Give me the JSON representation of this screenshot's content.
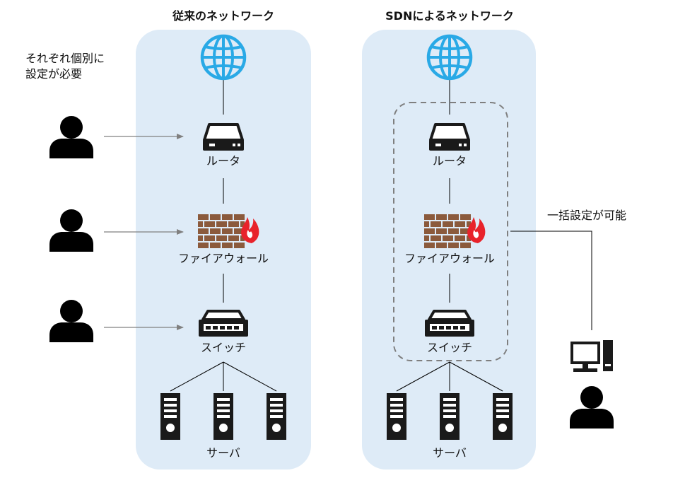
{
  "panels": {
    "traditional": {
      "title": "従来のネットワーク",
      "router_label": "ルータ",
      "firewall_label": "ファイアウォール",
      "switch_label": "スイッチ",
      "servers_label": "サーバ"
    },
    "sdn": {
      "title": "SDNによるネットワーク",
      "router_label": "ルータ",
      "firewall_label": "ファイアウォール",
      "switch_label": "スイッチ",
      "servers_label": "サーバ"
    }
  },
  "notes": {
    "individual_config": [
      "それぞれ個別に",
      "設定が必要"
    ],
    "bulk_config": "一括設定が可能"
  },
  "colors": {
    "panel_bg": "#deebf7",
    "globe": "#29a9e6",
    "device": "#1a1a1a",
    "brick": "#8b5a3c",
    "flame": "#e8232b",
    "arrow": "#808080",
    "dashed_box": "#7f7f7f"
  },
  "icons": [
    "globe-icon",
    "router-icon",
    "firewall-icon",
    "switch-icon",
    "server-icon",
    "person-icon",
    "computer-icon"
  ]
}
